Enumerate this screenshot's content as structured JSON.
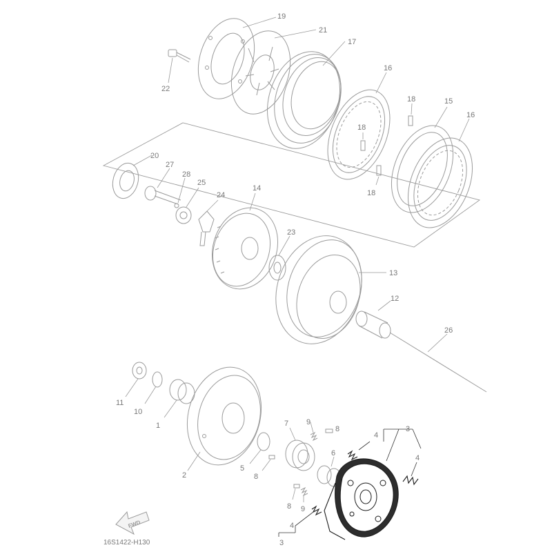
{
  "callouts": {
    "c1": "1",
    "c2": "2",
    "c3a": "3",
    "c3b": "3",
    "c4a": "4",
    "c4b": "4",
    "c4c": "4",
    "c5": "5",
    "c6": "6",
    "c7": "7",
    "c8a": "8",
    "c8b": "8",
    "c8c": "8",
    "c9a": "9",
    "c9b": "9",
    "c10": "10",
    "c11": "11",
    "c12": "12",
    "c13": "13",
    "c14": "14",
    "c15": "15",
    "c16a": "16",
    "c16b": "16",
    "c17": "17",
    "c18a": "18",
    "c18b": "18",
    "c18c": "18",
    "c19": "19",
    "c20": "20",
    "c21": "21",
    "c22": "22",
    "c23": "23",
    "c24": "24",
    "c25": "25",
    "c26": "26",
    "c27": "27",
    "c28": "28"
  },
  "fwd_label": "FWD",
  "diagram_code": "16S1422-H130",
  "colors": {
    "line": "#9a9a9a",
    "text": "#777777",
    "highlight": "#1a1a1a"
  },
  "icons": [
    "fwd-arrow-icon"
  ]
}
